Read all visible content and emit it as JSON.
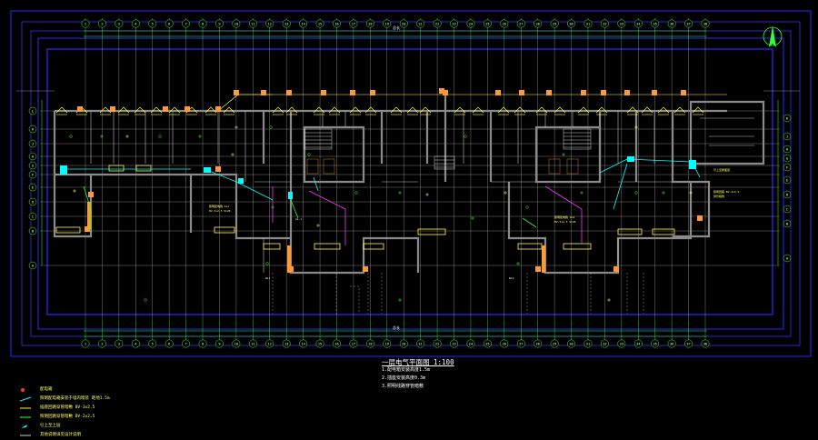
{
  "drawing": {
    "title": "一层电气平面图 1:100",
    "notes": [
      "1.配电箱安装高度1.5m",
      "2.插座安装高度0.3m",
      "3.照明线路穿管暗敷"
    ],
    "scale_text": "1:100"
  },
  "grid": {
    "top_axis": [
      "1",
      "2",
      "3",
      "4",
      "5",
      "6",
      "7",
      "8",
      "9",
      "10",
      "11",
      "12",
      "13",
      "14",
      "15",
      "16",
      "17",
      "18",
      "19",
      "20",
      "21",
      "22",
      "23",
      "24",
      "25",
      "26",
      "27",
      "28",
      "29",
      "30",
      "31",
      "32",
      "33",
      "34",
      "35",
      "36",
      "37",
      "38"
    ],
    "left_axis": [
      "L",
      "K",
      "J",
      "H",
      "G",
      "F",
      "E",
      "D",
      "C",
      "B",
      "A"
    ],
    "right_axis": [
      "K",
      "J",
      "H",
      "G",
      "F",
      "E",
      "D",
      "C",
      "B",
      "A"
    ],
    "top_dimension": "总长"
  },
  "legend": [
    {
      "symbol": "red-dot",
      "text": "配电箱"
    },
    {
      "symbol": "cyan-line",
      "text": "照明配电箱安装于墙内暗装 距地1.5m"
    },
    {
      "symbol": "yellow-line",
      "text": "插座回路穿管暗敷 BV-3x2.5"
    },
    {
      "symbol": "green-line",
      "text": "照明回路穿管暗敷 BV-2x2.5"
    },
    {
      "symbol": "cyan-arrow",
      "text": "引上至上层"
    },
    {
      "symbol": "white-line",
      "text": "其他说明详见设计说明"
    }
  ],
  "colors": {
    "background": "#000000",
    "border_blue": "#2a2aff",
    "grid_green": "#33ff33",
    "wall_gray": "#8a8a8a",
    "fixture_yellow": "#ffff33",
    "accent_cyan": "#00ffff",
    "accent_magenta": "#ff33ff",
    "accent_orange": "#ff9933"
  },
  "north_arrow_icon": "north-arrow-icon"
}
